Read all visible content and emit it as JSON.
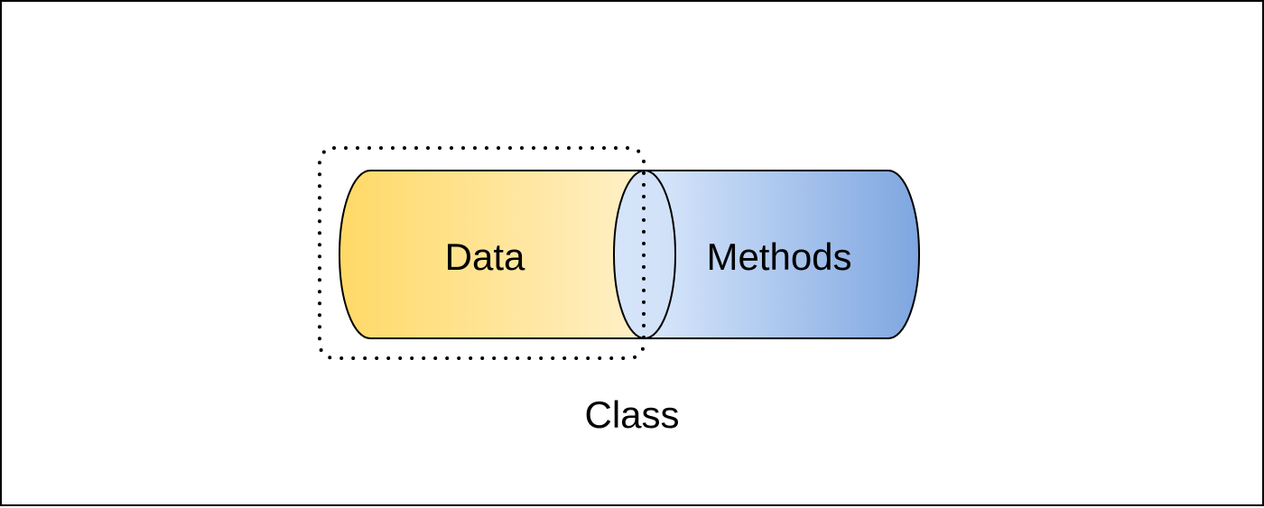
{
  "diagram": {
    "data_label": "Data",
    "methods_label": "Methods",
    "caption": "Class"
  },
  "colors": {
    "data_gradient_start": "#FFD966",
    "data_gradient_end": "#FFF0C8",
    "methods_gradient_start": "#DAE8FC",
    "methods_gradient_end": "#7EA6E0",
    "stroke": "#000000"
  }
}
